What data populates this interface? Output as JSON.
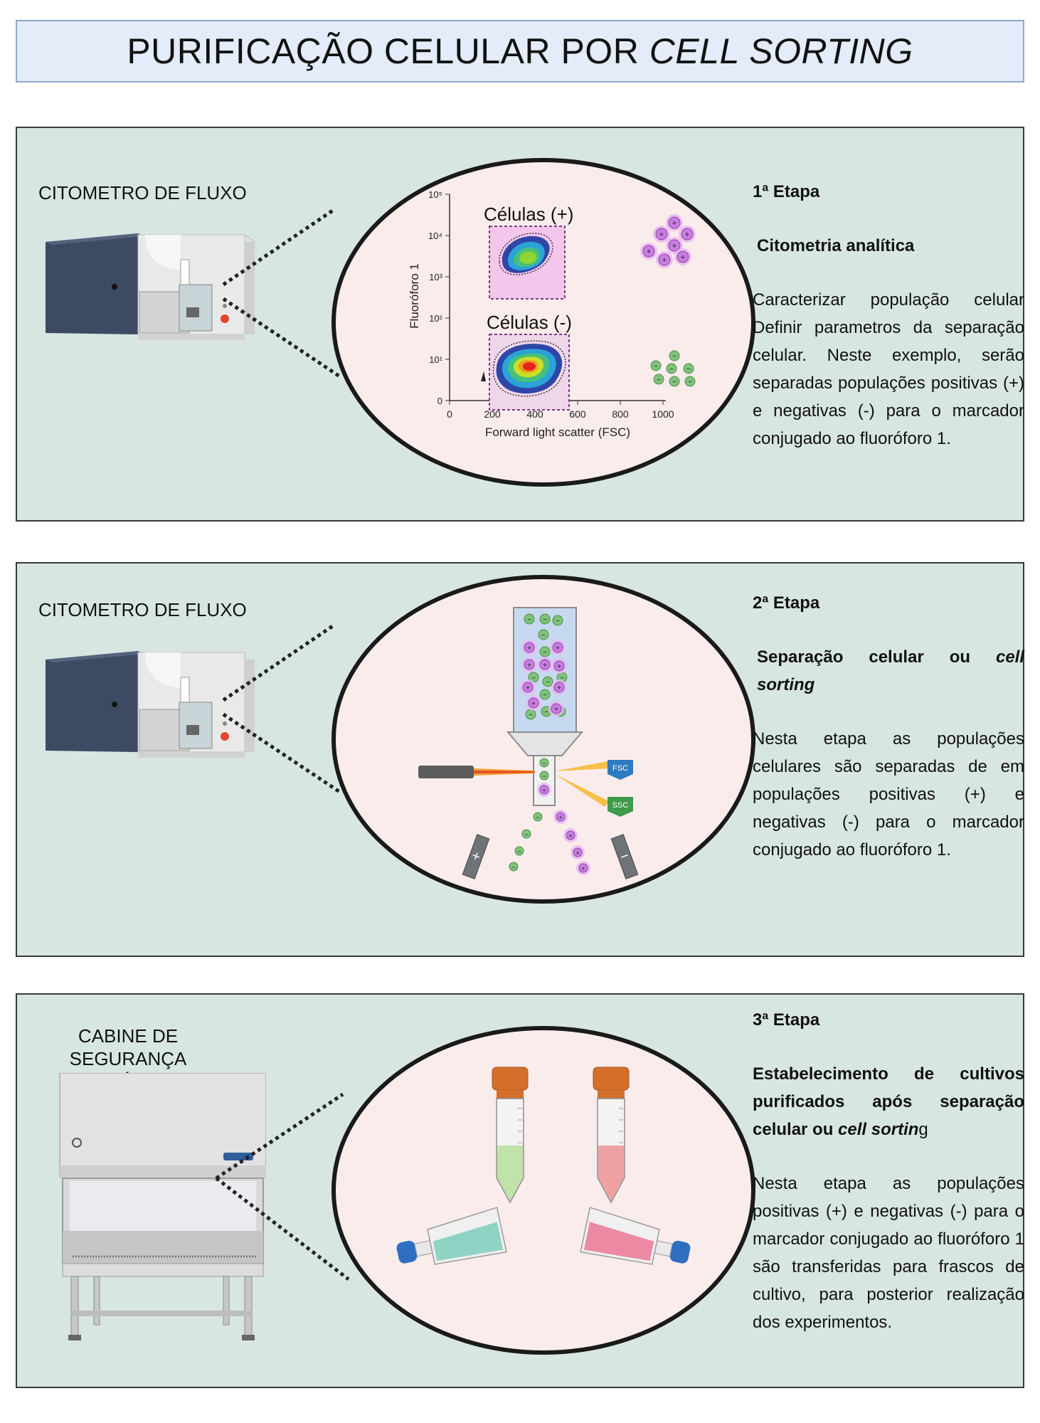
{
  "title": {
    "main": "PURIFICAÇÃO CELULAR POR ",
    "emphasis": "CELL SORTING"
  },
  "panels": [
    {
      "device_label": "CITOMETRO DE FLUXO",
      "step": "1ª Etapa",
      "subtitle": "Citometria analítica",
      "body": "Caracterizar população celular Definir parametros da separação celular. Neste exemplo, serão separadas populações positivas (+) e negativas (-) para o marcador conjugado ao fluoróforo 1."
    },
    {
      "device_label": "CITOMETRO DE FLUXO",
      "step": "2ª Etapa",
      "subtitle": "Separação celular ou ",
      "subtitle_em": "cell sorting",
      "body": "Nesta etapa as populações celulares são separadas de em populações positivas (+) e negativas (-) para o marcador conjugado ao fluoróforo 1."
    },
    {
      "device_label_line1": "CABINE DE SEGURANÇA",
      "device_label_line2": "BIOLÓGICA",
      "step": "3ª Etapa",
      "subtitle": "Estabelecimento de cultivos purificados após separação celular ou ",
      "subtitle_em": "cell sortin",
      "subtitle_tail": "g",
      "body": "Nesta etapa as populações positivas (+) e negativas (-) para o marcador conjugado ao fluoróforo 1 são transferidas para frascos de cultivo, para posterior realização dos experimentos."
    }
  ],
  "plot": {
    "gate_pos_label": "Células (+)",
    "gate_neg_label": "Células (-)",
    "ylabel": "Fluoróforo 1",
    "xlabel": "Forward light scatter (FSC)",
    "xticks": [
      "0",
      "200",
      "400",
      "600",
      "800",
      "1000"
    ],
    "yticks": [
      "0",
      "10¹",
      "10²",
      "10³",
      "10⁴",
      "10⁵"
    ]
  },
  "sorter": {
    "fsc_label": "FSC",
    "ssc_label": "SSC"
  },
  "colors": {
    "panel_bg": "#d8e6e2",
    "circle_bg": "#fbecec",
    "positive": "#c77ee0",
    "negative": "#7fc27a",
    "title_bg": "#e3ecf8"
  }
}
